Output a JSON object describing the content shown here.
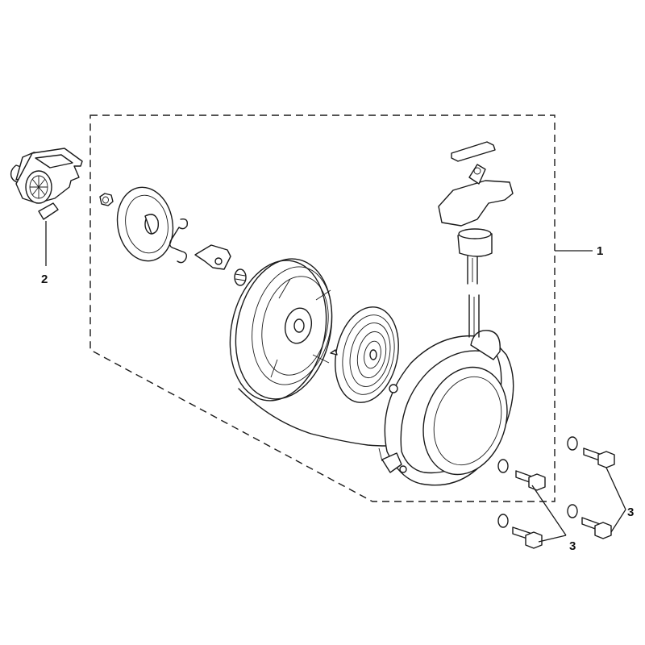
{
  "callouts": {
    "recoil_starter_assembly": "1",
    "starter_pulley": "2",
    "bolts_right": "3",
    "bolts_lower": "3"
  }
}
